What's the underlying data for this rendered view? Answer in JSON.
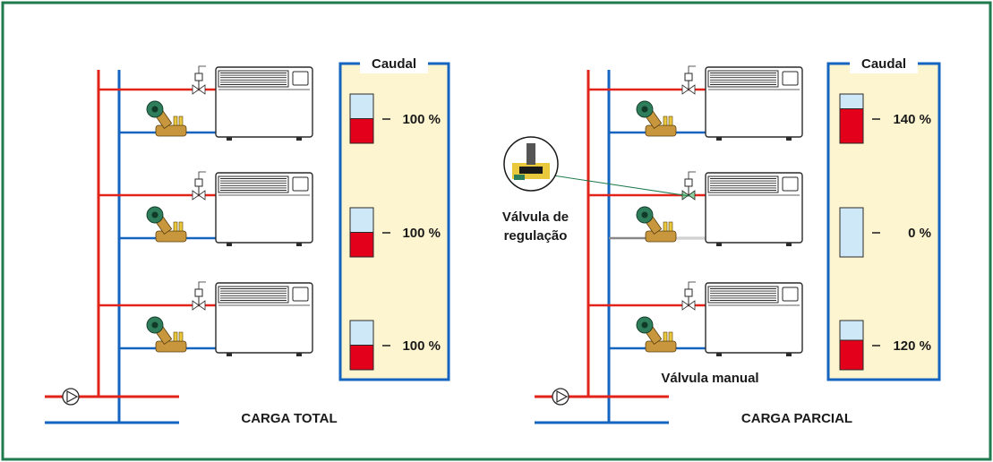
{
  "colors": {
    "frame": "#1f7a4d",
    "supply_pipe": "#e2231a",
    "return_pipe": "#1565c0",
    "panel_background": "#fdf5d0",
    "flow_empty": "#cfe8f7",
    "flow_filled": "#e2001a",
    "valve_body": "#c8963c",
    "valve_head": "#2e7d5b",
    "radiator": "#ffffff"
  },
  "left": {
    "caption": "CARGA TOTAL",
    "panel_title": "Caudal",
    "rows": [
      {
        "label": "100 %",
        "fill": 0.5
      },
      {
        "label": "100 %",
        "fill": 0.5
      },
      {
        "label": "100 %",
        "fill": 0.5
      }
    ]
  },
  "right": {
    "caption": "CARGA PARCIAL",
    "panel_title": "Caudal",
    "rows": [
      {
        "label": "140 %",
        "fill": 0.7
      },
      {
        "label": "0 %",
        "fill": 0
      },
      {
        "label": "120 %",
        "fill": 0.6
      }
    ],
    "valve_label_line1": "Válvula de",
    "valve_label_line2": "regulação",
    "manual_valve_label": "Válvula manual"
  }
}
